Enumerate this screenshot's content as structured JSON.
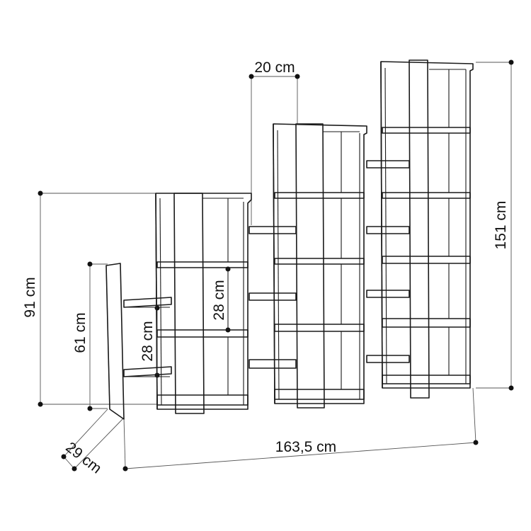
{
  "dimensions": {
    "width_top": "20 cm",
    "height_total": "151 cm",
    "height_middle": "91 cm",
    "height_small": "61 cm",
    "shelf_gap_left": "28 cm",
    "shelf_gap_right": "28 cm",
    "depth": "29 cm",
    "width_total": "163,5 cm"
  },
  "colors": {
    "ink": "#1a1a1a",
    "dimension_line": "#555555",
    "background": "#ffffff"
  }
}
